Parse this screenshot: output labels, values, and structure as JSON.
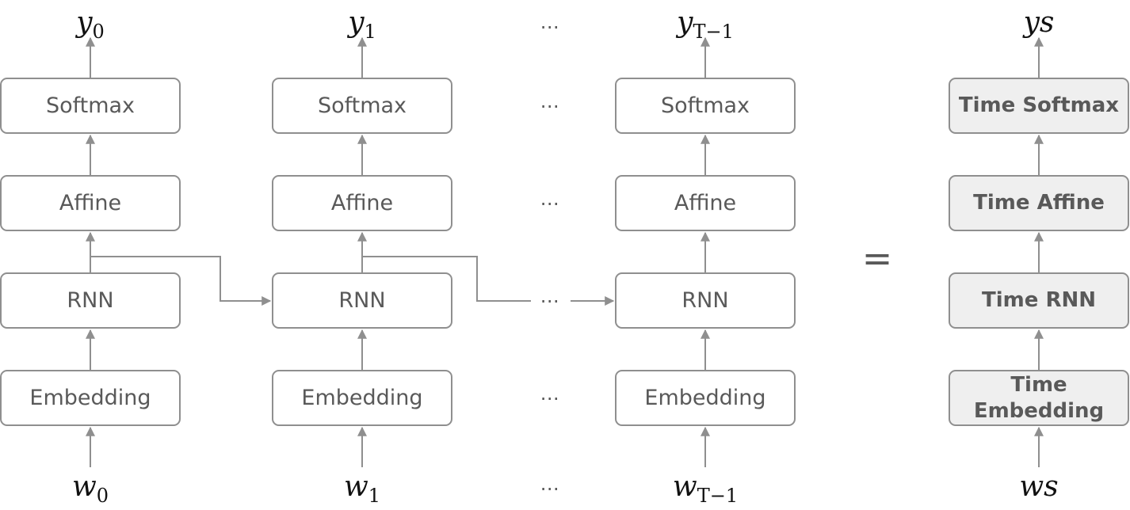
{
  "columns": [
    {
      "output": "y",
      "output_sub": "0",
      "input": "w",
      "input_sub": "0",
      "softmax": "Softmax",
      "affine": "Affine",
      "rnn": "RNN",
      "embedding": "Embedding"
    },
    {
      "output": "y",
      "output_sub": "1",
      "input": "w",
      "input_sub": "1",
      "softmax": "Softmax",
      "affine": "Affine",
      "rnn": "RNN",
      "embedding": "Embedding"
    },
    {
      "output": "y",
      "output_sub": "T−1",
      "input": "w",
      "input_sub": "T−1",
      "softmax": "Softmax",
      "affine": "Affine",
      "rnn": "RNN",
      "embedding": "Embedding"
    }
  ],
  "ellipsis": "⋯",
  "equals": "=",
  "time": {
    "output": "ys",
    "input": "ws",
    "softmax": "Time Softmax",
    "affine": "Time Affine",
    "rnn": "Time RNN",
    "embedding_line1": "Time",
    "embedding_line2": "Embedding"
  }
}
